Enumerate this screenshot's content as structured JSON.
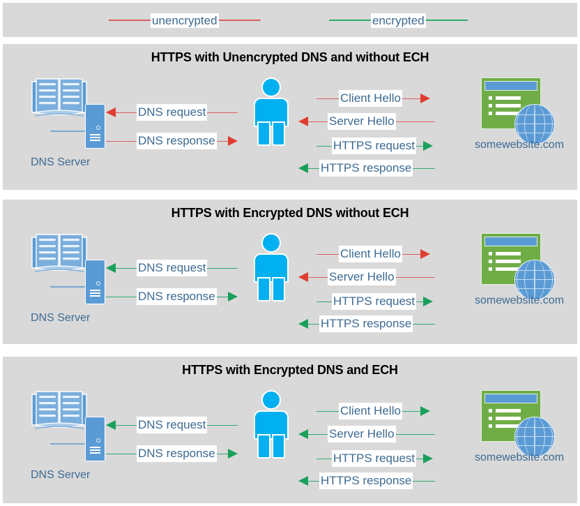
{
  "legend": {
    "items": [
      {
        "label": "unencrypted",
        "color": "#d95f5f"
      },
      {
        "label": "encrypted",
        "color": "#2faa6e"
      }
    ]
  },
  "colors": {
    "panel_background": "#d9d9d9",
    "page_background": "#ffffff",
    "unencrypted": "#d95f5f",
    "unencrypted_arrowhead": "#e03c31",
    "encrypted": "#2faa6e",
    "encrypted_arrowhead": "#19a05a",
    "label_text": "#3d6a92",
    "title_text": "#000000",
    "person": "#00b0f0",
    "server": "#5b9bd5",
    "website_window": "#70ad47",
    "globe": "#5b9bd5"
  },
  "nodes": {
    "dns_server_label": "DNS Server",
    "website_label": "somewebsite.com"
  },
  "panels": [
    {
      "title": "HTTPS with Unencrypted DNS and without ECH",
      "dns_flows": [
        {
          "label": "DNS request",
          "direction": "left",
          "encrypted": false
        },
        {
          "label": "DNS response",
          "direction": "right",
          "encrypted": false
        }
      ],
      "https_flows": [
        {
          "label": "Client Hello",
          "direction": "right",
          "encrypted": false
        },
        {
          "label": "Server Hello",
          "direction": "left",
          "encrypted": false
        },
        {
          "label": "HTTPS request",
          "direction": "right",
          "encrypted": true
        },
        {
          "label": "HTTPS response",
          "direction": "left",
          "encrypted": true
        }
      ]
    },
    {
      "title": "HTTPS with Encrypted DNS without ECH",
      "dns_flows": [
        {
          "label": "DNS request",
          "direction": "left",
          "encrypted": true
        },
        {
          "label": "DNS response",
          "direction": "right",
          "encrypted": true
        }
      ],
      "https_flows": [
        {
          "label": "Client Hello",
          "direction": "right",
          "encrypted": false
        },
        {
          "label": "Server Hello",
          "direction": "left",
          "encrypted": false
        },
        {
          "label": "HTTPS request",
          "direction": "right",
          "encrypted": true
        },
        {
          "label": "HTTPS response",
          "direction": "left",
          "encrypted": true
        }
      ]
    },
    {
      "title": "HTTPS with Encrypted DNS and ECH",
      "dns_flows": [
        {
          "label": "DNS request",
          "direction": "left",
          "encrypted": true
        },
        {
          "label": "DNS response",
          "direction": "right",
          "encrypted": true
        }
      ],
      "https_flows": [
        {
          "label": "Client Hello",
          "direction": "right",
          "encrypted": true
        },
        {
          "label": "Server Hello",
          "direction": "left",
          "encrypted": true
        },
        {
          "label": "HTTPS request",
          "direction": "right",
          "encrypted": true
        },
        {
          "label": "HTTPS response",
          "direction": "left",
          "encrypted": true
        }
      ]
    }
  ]
}
